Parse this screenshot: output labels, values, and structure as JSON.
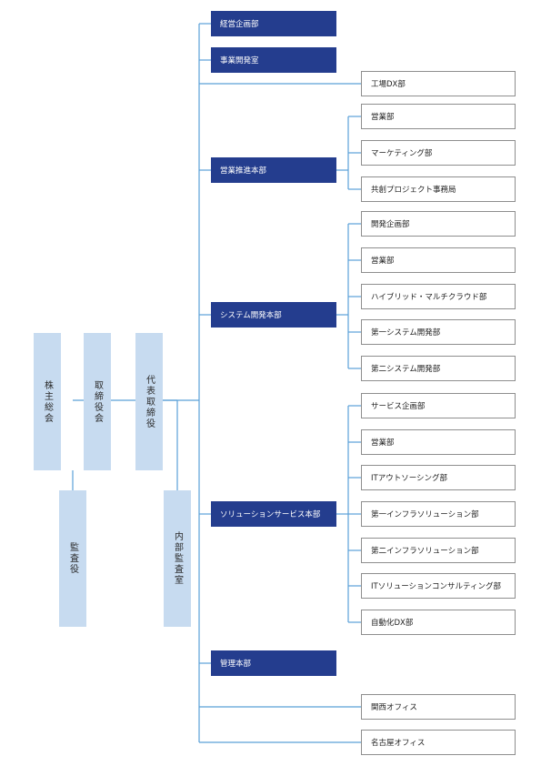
{
  "governance": {
    "shareholders": "株主総会",
    "board": "取締役会",
    "ceo": "代表取締役",
    "auditor": "監査役",
    "internal_audit": "内部監査室"
  },
  "divisions": [
    {
      "label": "経営企画部",
      "children": []
    },
    {
      "label": "事業開発室",
      "children": []
    },
    {
      "label": "工場DX部",
      "standalone": true,
      "children": []
    },
    {
      "label": "営業推進本部",
      "children": [
        "営業部",
        "マーケティング部",
        "共創プロジェクト事務局"
      ]
    },
    {
      "label": "システム開発本部",
      "children": [
        "開発企画部",
        "営業部",
        "ハイブリッド・マルチクラウド部",
        "第一システム開発部",
        "第二システム開発部"
      ]
    },
    {
      "label": "ソリューションサービス本部",
      "children": [
        "サービス企画部",
        "営業部",
        "ITアウトソーシング部",
        "第一インフラソリューション部",
        "第二インフラソリューション部",
        "ITソリューションコンサルティング部",
        "自動化DX部"
      ]
    },
    {
      "label": "管理本部",
      "children": []
    },
    {
      "label": "関西オフィス",
      "standalone": true,
      "children": []
    },
    {
      "label": "名古屋オフィス",
      "standalone": true,
      "children": []
    }
  ],
  "colors": {
    "line": "#5aa0d8",
    "division": "#243d8e",
    "governance": "#c7dbf0",
    "office_border": "#8e8e8e"
  }
}
